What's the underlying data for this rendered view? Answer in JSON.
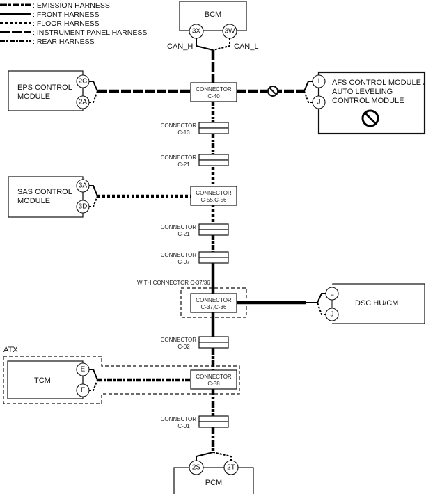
{
  "legend": [
    {
      "style": "emission",
      "label": ": EMISSION HARNESS"
    },
    {
      "style": "front",
      "label": ": FRONT HARNESS"
    },
    {
      "style": "floor",
      "label": ": FLOOR HARNESS"
    },
    {
      "style": "ip",
      "label": ": INSTRUMENT PANEL HARNESS"
    },
    {
      "style": "rear",
      "label": ": REAR HARNESS"
    }
  ],
  "modules": {
    "bcm": {
      "name": "BCM",
      "pins": [
        "3X",
        "3W"
      ],
      "signals": [
        "CAN_H",
        "CAN_L"
      ]
    },
    "eps": {
      "line1": "EPS CONTROL",
      "line2": "MODULE",
      "pins": [
        "2C",
        "2A"
      ]
    },
    "afs": {
      "line1": "AFS CONTROL MODULE /",
      "line2": "AUTO LEVELING",
      "line3": "CONTROL MODULE",
      "pins": [
        "I",
        "J"
      ],
      "status_icon": "prohibited-icon"
    },
    "sas": {
      "line1": "SAS CONTROL",
      "line2": "MODULE",
      "pins": [
        "3A",
        "3D"
      ]
    },
    "dsc": {
      "name": "DSC HU/CM",
      "pins": [
        "L",
        "J"
      ]
    },
    "tcm": {
      "name": "TCM",
      "pins": [
        "E",
        "F"
      ],
      "group_label": "ATX"
    },
    "pcm": {
      "name": "PCM",
      "pins": [
        "2S",
        "2T"
      ]
    }
  },
  "connectors": {
    "c40": {
      "line1": "CONNECTOR",
      "line2": "C-40"
    },
    "c13": {
      "line1": "CONNECTOR",
      "line2": "C-13"
    },
    "c21a": {
      "line1": "CONNECTOR",
      "line2": "C-21"
    },
    "c55": {
      "line1": "CONNECTOR",
      "line2": "C-55,C-56"
    },
    "c21b": {
      "line1": "CONNECTOR",
      "line2": "C-21"
    },
    "c07": {
      "line1": "CONNECTOR",
      "line2": "C-07"
    },
    "c37": {
      "line1": "CONNECTOR",
      "line2": "C-37,C-36",
      "group_label": "WITH CONNECTOR C-37/36"
    },
    "c02": {
      "line1": "CONNECTOR",
      "line2": "C-02"
    },
    "c38": {
      "line1": "CONNECTOR",
      "line2": "C-38"
    },
    "c01": {
      "line1": "CONNECTOR",
      "line2": "C-01"
    }
  }
}
